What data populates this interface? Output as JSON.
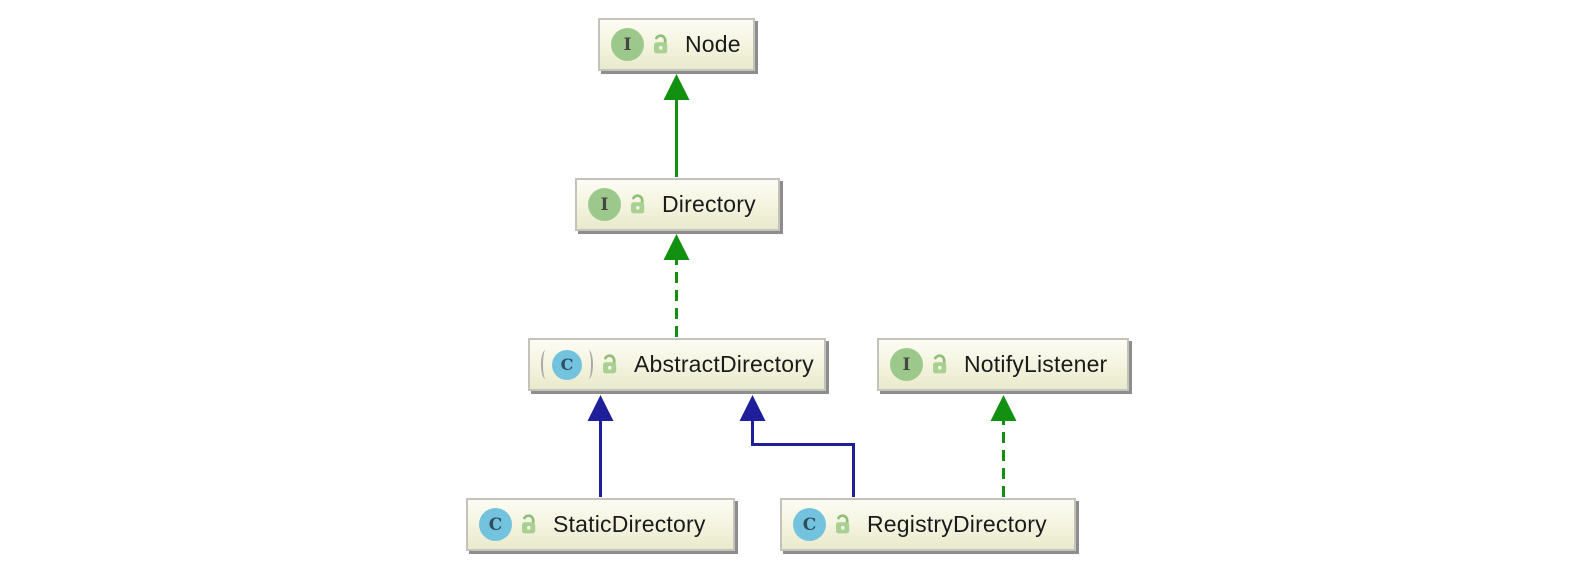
{
  "diagram": {
    "title": "UML class hierarchy diagram",
    "icon_letters": {
      "interface": "I",
      "class": "C"
    },
    "colors": {
      "interface_edge_green": "#129012",
      "class_edge_navy": "#1f1f9c",
      "node_fill_top": "#fcfcf4",
      "node_fill_bottom": "#e9eacb",
      "interface_icon_green": "#9cc98b",
      "class_icon_blue": "#73c3de",
      "lock_icon_green": "#a9cf93",
      "background": "#ffffff"
    },
    "nodes": [
      {
        "id": "node",
        "label": "Node",
        "kind": "interface",
        "visibility": "public"
      },
      {
        "id": "directory",
        "label": "Directory",
        "kind": "interface",
        "visibility": "public"
      },
      {
        "id": "abstract-directory",
        "label": "AbstractDirectory",
        "kind": "abstract-class",
        "visibility": "public"
      },
      {
        "id": "notify-listener",
        "label": "NotifyListener",
        "kind": "interface",
        "visibility": "public"
      },
      {
        "id": "static-directory",
        "label": "StaticDirectory",
        "kind": "class",
        "visibility": "public"
      },
      {
        "id": "registry-directory",
        "label": "RegistryDirectory",
        "kind": "class",
        "visibility": "public"
      }
    ],
    "edges": [
      {
        "from": "Directory",
        "to": "Node",
        "relation": "extends",
        "line": "solid",
        "color": "#129012"
      },
      {
        "from": "AbstractDirectory",
        "to": "Directory",
        "relation": "implements",
        "line": "dashed",
        "color": "#129012"
      },
      {
        "from": "StaticDirectory",
        "to": "AbstractDirectory",
        "relation": "extends",
        "line": "solid",
        "color": "#1f1f9c"
      },
      {
        "from": "RegistryDirectory",
        "to": "AbstractDirectory",
        "relation": "extends",
        "line": "solid",
        "color": "#1f1f9c"
      },
      {
        "from": "RegistryDirectory",
        "to": "NotifyListener",
        "relation": "implements",
        "line": "dashed",
        "color": "#129012"
      }
    ]
  }
}
